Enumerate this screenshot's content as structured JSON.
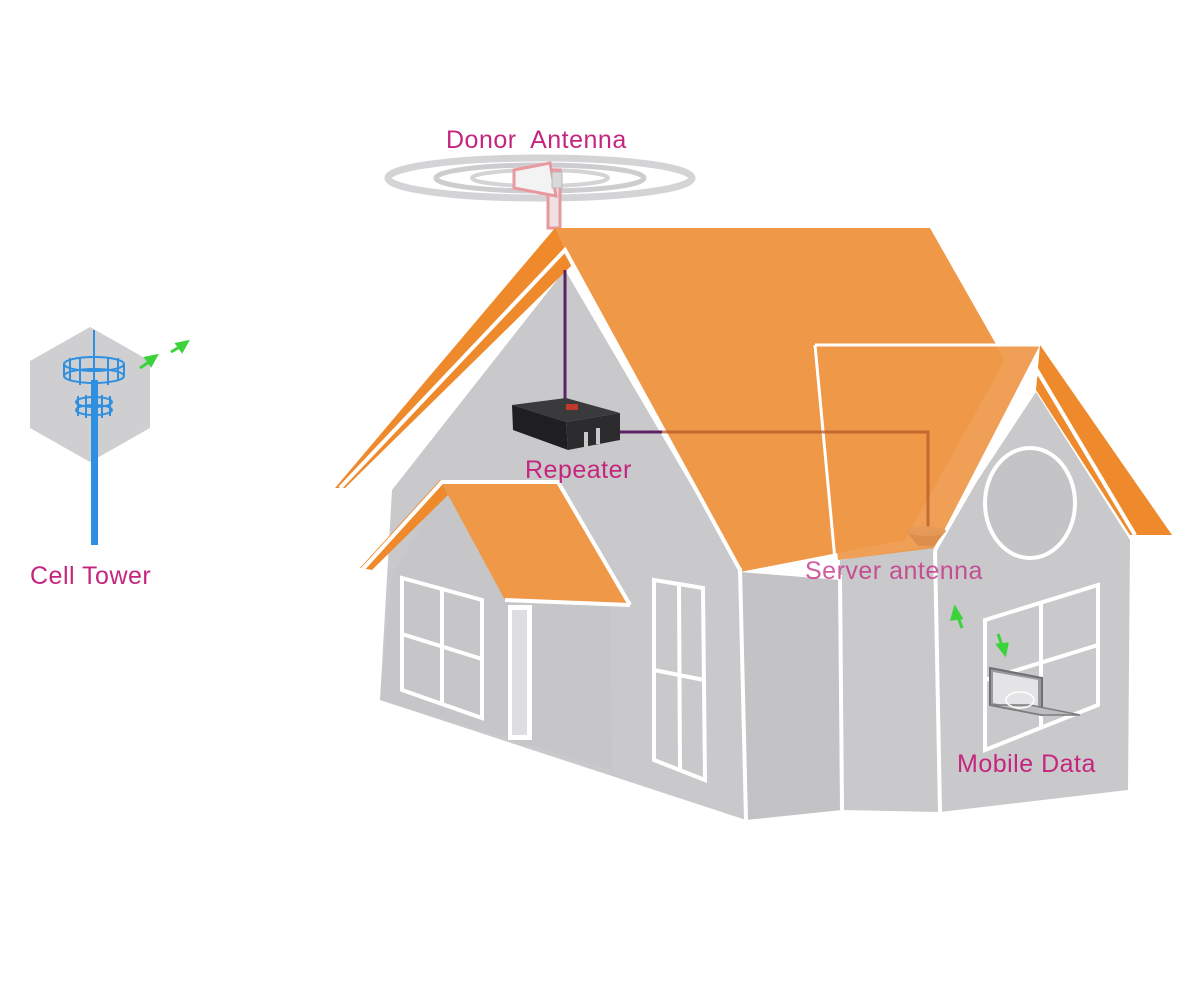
{
  "labels": {
    "donor_antenna": "Donor  Antenna",
    "repeater": "Repeater",
    "cell_tower": "Cell Tower",
    "server_antenna": "Server antenna",
    "mobile_data": "Mobile Data"
  },
  "colors": {
    "label": "#c4267f",
    "roof": "#ef9848",
    "roof_edge": "#ee8a2c",
    "wall": "#c9c9cb",
    "wall_dark": "#bdbdbf",
    "trim": "#ffffff",
    "cable": "#5b2364",
    "tower": "#2f8fe0",
    "signal_arrow": "#3cd23c"
  },
  "icons": {
    "tower": "cell-tower-icon",
    "antenna": "donor-antenna-icon",
    "repeater": "repeater-device-icon",
    "server": "server-antenna-icon",
    "laptop": "laptop-icon"
  }
}
